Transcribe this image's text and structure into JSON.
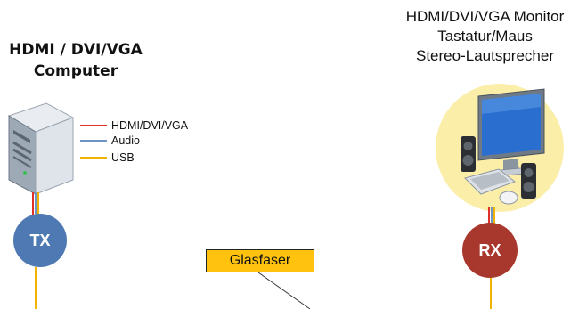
{
  "left_title": [
    "HDMI / DVI/VGA",
    "Computer"
  ],
  "right_title": [
    "HDMI/DVI/VGA Monitor",
    "Tastatur/Maus",
    "Stereo-Lautsprecher"
  ],
  "legend": [
    {
      "label": "HDMI/DVI/VGA",
      "color": "#e0302a"
    },
    {
      "label": "Audio",
      "color": "#6f95c6"
    },
    {
      "label": "USB",
      "color": "#f2b200"
    }
  ],
  "tx": {
    "label": "TX",
    "color": "#4e79b3"
  },
  "rx": {
    "label": "RX",
    "color": "#a8382d"
  },
  "fiber_label": "Glasfaser",
  "icons": [
    "computer-tower-icon",
    "monitor-icon",
    "speaker-icon",
    "keyboard-icon",
    "mouse-icon"
  ]
}
